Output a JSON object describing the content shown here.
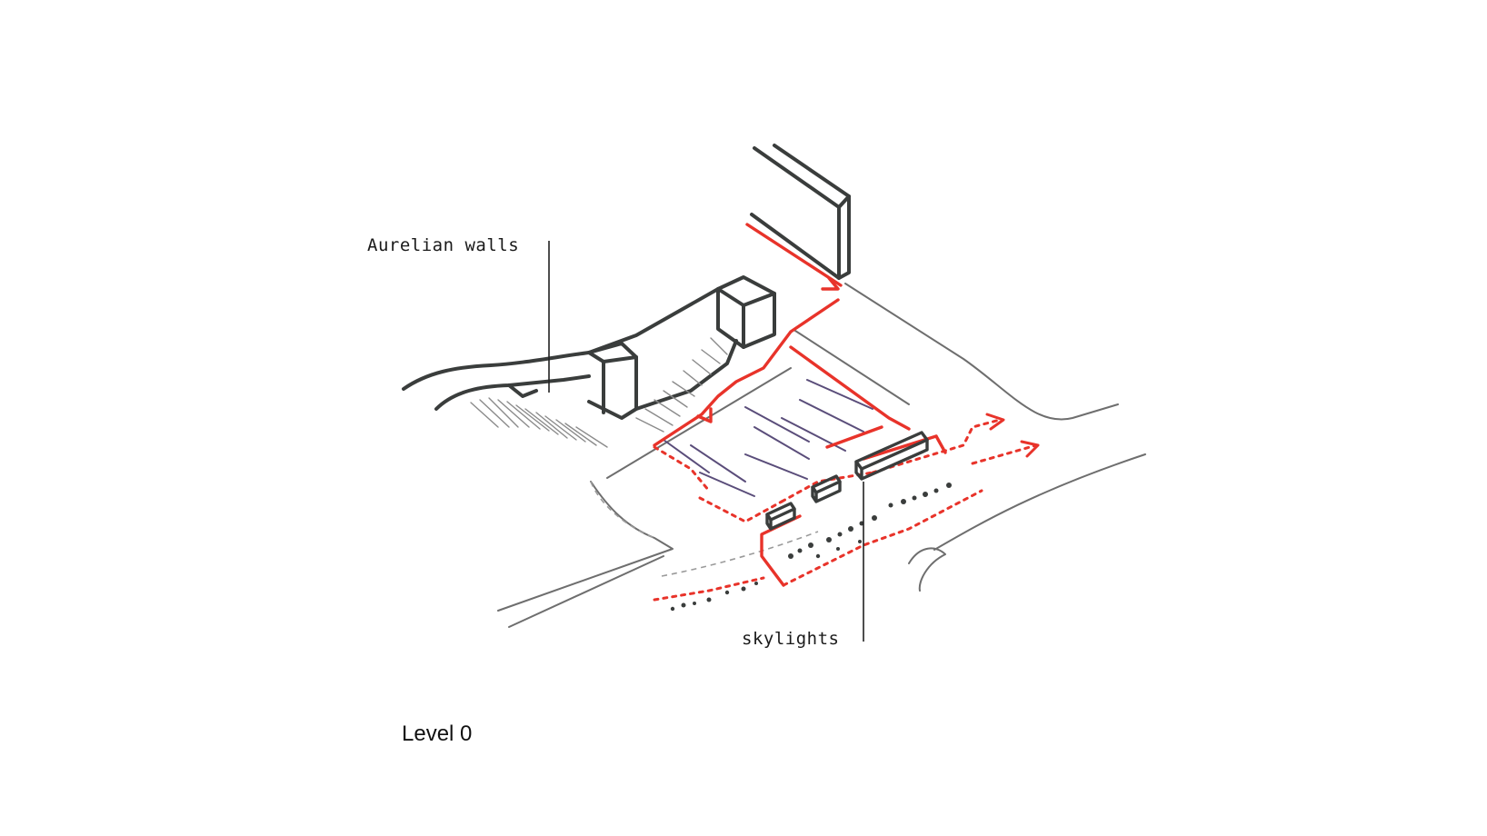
{
  "labels": {
    "aurelian_walls": "Aurelian walls",
    "skylights": "skylights"
  },
  "title": "Level 0",
  "colors": {
    "ink": "#3a3d3c",
    "path_red": "#e8332a",
    "purple": "#5a4d7a",
    "leader": "#222222"
  }
}
